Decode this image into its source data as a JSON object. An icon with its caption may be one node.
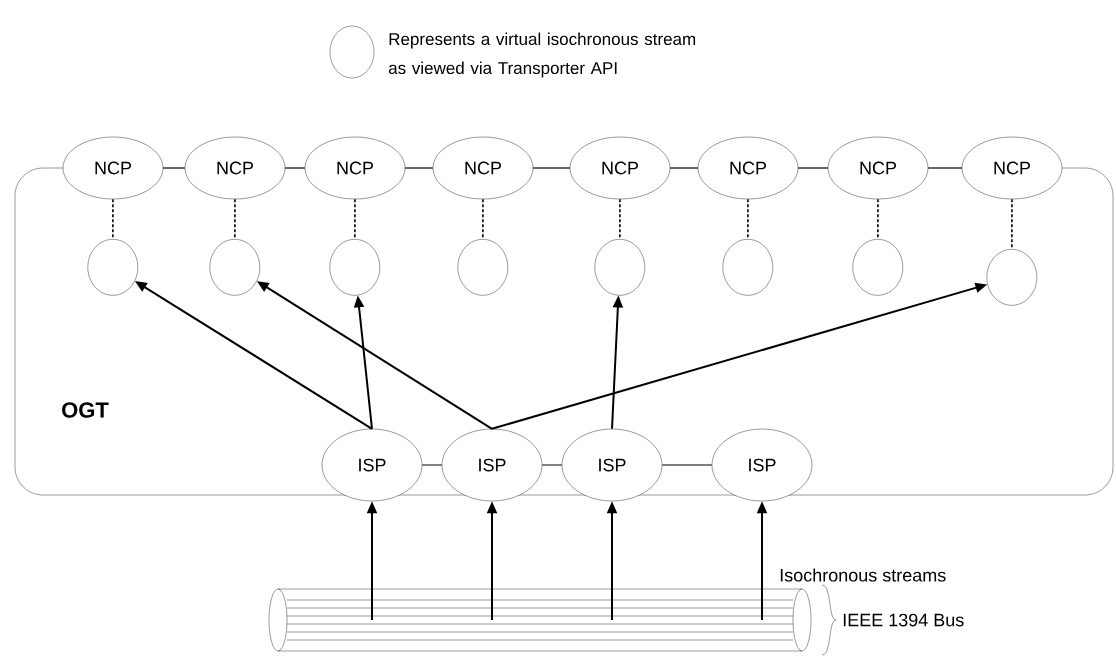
{
  "diagram": {
    "nodes": [
      {
        "text": [
          "OGT"
        ]
      },
      {
        "text": [
          "NCP"
        ]
      },
      {
        "text": [
          "NCP"
        ]
      },
      {
        "text": [
          "NCP"
        ]
      },
      {
        "text": [
          "NCP"
        ]
      },
      {
        "text": [
          "NCP"
        ]
      },
      {
        "text": [
          "NCP"
        ]
      },
      {
        "text": [
          "NCP"
        ]
      },
      {
        "text": [
          "NCP"
        ]
      },
      {
        "text": [],
        "shape": "circle",
        "in": 0
      },
      {
        "text": [],
        "shape": "circle",
        "in": 0
      },
      {
        "text": [],
        "shape": "circle",
        "in": 0
      },
      {
        "text": [],
        "shape": "circle",
        "in": 0
      },
      {
        "text": [],
        "shape": "circle",
        "in": 0
      },
      {
        "text": [],
        "shape": "circle",
        "in": 0
      },
      {
        "text": [],
        "shape": "circle",
        "in": 0
      },
      {
        "text": [],
        "shape": "circle",
        "in": 0
      },
      {
        "text": [
          "ISP"
        ]
      },
      {
        "text": [
          "ISP"
        ]
      },
      {
        "text": [
          "ISP"
        ]
      },
      {
        "text": [
          "ISP"
        ]
      },
      {
        "text": [],
        "shape": "cylinder",
        "beside": [
          "IEEE 1394 Bus"
        ]
      }
    ],
    "edges": [
      {
        "from": 1,
        "to": 2,
        "arrow": "none"
      },
      {
        "from": 2,
        "to": 3,
        "arrow": "none"
      },
      {
        "from": 3,
        "to": 4,
        "arrow": "none"
      },
      {
        "from": 4,
        "to": 5,
        "arrow": "none"
      },
      {
        "from": 5,
        "to": 6,
        "arrow": "none"
      },
      {
        "from": 6,
        "to": 7,
        "arrow": "none"
      },
      {
        "from": 7,
        "to": 8,
        "arrow": "none"
      },
      {
        "from": 1,
        "to": 9,
        "arrow": "none",
        "style": "dashed"
      },
      {
        "from": 2,
        "to": 10,
        "arrow": "none",
        "style": "dashed"
      },
      {
        "from": 3,
        "to": 11,
        "arrow": "none",
        "style": "dashed"
      },
      {
        "from": 4,
        "to": 12,
        "arrow": "none",
        "style": "dashed"
      },
      {
        "from": 5,
        "to": 13,
        "arrow": "none",
        "style": "dashed"
      },
      {
        "from": 6,
        "to": 14,
        "arrow": "none",
        "style": "dashed"
      },
      {
        "from": 7,
        "to": 15,
        "arrow": "none",
        "style": "dashed"
      },
      {
        "from": 8,
        "to": 16,
        "arrow": "none",
        "style": "dashed"
      },
      {
        "from": 17,
        "to": 18,
        "arrow": "none"
      },
      {
        "from": 18,
        "to": 19,
        "arrow": "none"
      },
      {
        "from": 19,
        "to": 20,
        "arrow": "none"
      },
      {
        "from": 17,
        "to": 9,
        "arrow": "to"
      },
      {
        "from": 17,
        "to": 11,
        "arrow": "to"
      },
      {
        "from": 18,
        "to": 10,
        "arrow": "to"
      },
      {
        "from": 18,
        "to": 16,
        "arrow": "to"
      },
      {
        "from": 19,
        "to": 13,
        "arrow": "to"
      },
      {
        "from": 21,
        "to": 17,
        "arrow": "to"
      },
      {
        "from": 21,
        "to": 18,
        "arrow": "to"
      },
      {
        "from": 21,
        "to": 19,
        "arrow": "to"
      },
      {
        "from": 21,
        "to": 20,
        "arrow": "to"
      }
    ],
    "labels": [
      "Isochronous streams"
    ],
    "legend": [
      {
        "text": "Represents a virtual isochronous stream as viewed via Transporter API"
      }
    ]
  }
}
